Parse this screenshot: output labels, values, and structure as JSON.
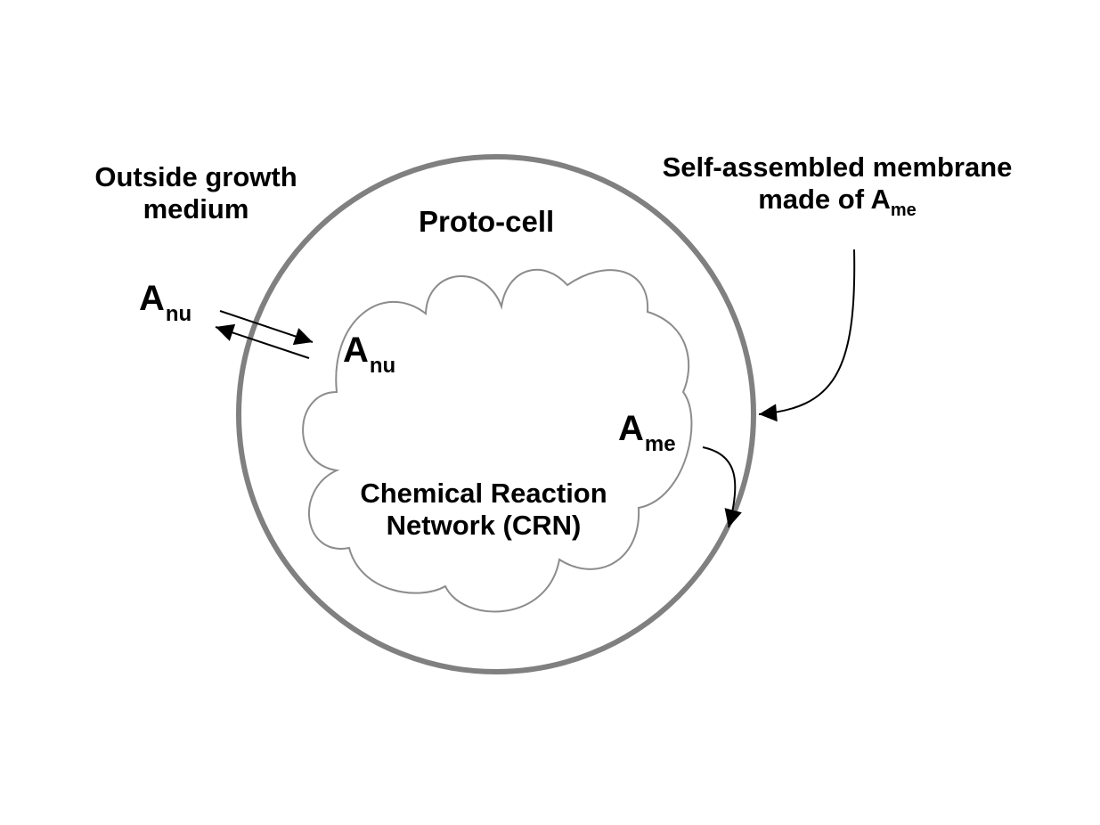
{
  "labels": {
    "outside_line1": "Outside growth",
    "outside_line2": "medium",
    "protocell": "Proto-cell",
    "membrane_line1": "Self-assembled membrane",
    "membrane_line2_prefix": "made of A",
    "membrane_line2_sub": "me",
    "crn_line1": "Chemical Reaction",
    "crn_line2": "Network (CRN)"
  },
  "symbols": {
    "nutrient_outside": {
      "main": "A",
      "sub": "nu"
    },
    "nutrient_inside": {
      "main": "A",
      "sub": "nu"
    },
    "membrane_inside": {
      "main": "A",
      "sub": "me"
    }
  },
  "colors": {
    "membrane": "#808080",
    "cloud": "#8c8c8c",
    "arrows": "#000000",
    "text": "#000000",
    "background": "#ffffff"
  }
}
